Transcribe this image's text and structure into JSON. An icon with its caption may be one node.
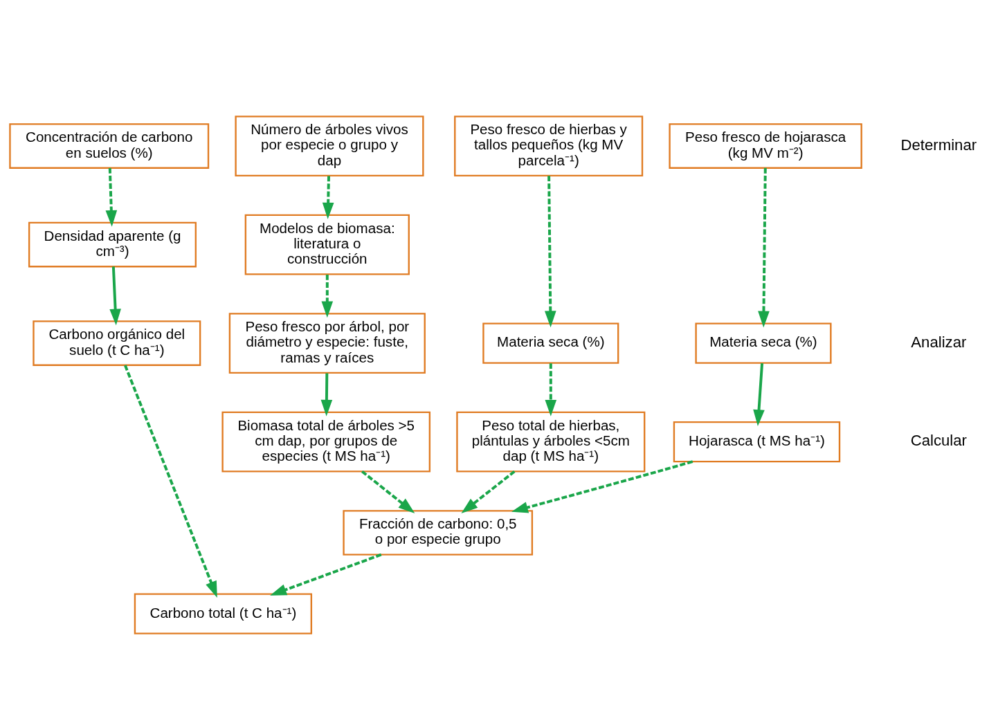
{
  "diagram": {
    "nodes": [
      {
        "text": [
          "Peso fresco de hierbas y tallos pequeños (kg MV parcela⁻¹)"
        ]
      },
      {
        "text": [
          "Número de árboles vivos por especie o grupo y dap"
        ]
      },
      {
        "text": [
          "Concentración de carbono en suelos (%)"
        ]
      },
      {
        "text": [
          "Peso fresco de hojarasca (kg MV m⁻²)"
        ]
      },
      {
        "text": [
          "Modelos de biomasa: literatura o construcción"
        ]
      },
      {
        "text": [
          "Densidad aparente (g cm⁻³)"
        ]
      },
      {
        "text": [
          "Materia seca (%)"
        ]
      },
      {
        "text": [
          "Peso fresco por árbol, por diámetro y especie: fuste, ramas y raíces"
        ]
      },
      {
        "text": [
          "Carbono orgánico del suelo (t C ha⁻¹)"
        ]
      },
      {
        "text": [
          "Materia seca (%)"
        ]
      },
      {
        "text": [
          "Hojarasca (t MS ha⁻¹)"
        ]
      },
      {
        "text": [
          "Peso total de hierbas, plántulas y árboles <5cm dap (t MS ha⁻¹)"
        ]
      },
      {
        "text": [
          "Biomasa total de árboles >5 cm dap, por grupos de especies (t MS ha⁻¹)"
        ]
      },
      {
        "text": [
          "Fracción de carbono: 0,5 o por especie grupo"
        ]
      },
      {
        "text": [
          "Carbono total (t C ha⁻¹)"
        ]
      }
    ],
    "edges": [
      {
        "from": 0,
        "to": 6,
        "arrow": "to",
        "style": "dashed"
      },
      {
        "from": 1,
        "to": 4,
        "arrow": "to",
        "style": "dashed"
      },
      {
        "from": 2,
        "to": 5,
        "arrow": "to",
        "style": "dashed"
      },
      {
        "from": 3,
        "to": 9,
        "arrow": "to",
        "style": "dashed"
      },
      {
        "from": 4,
        "to": 7,
        "arrow": "to",
        "style": "dashed"
      },
      {
        "from": 5,
        "to": 8,
        "arrow": "to"
      },
      {
        "from": 6,
        "to": 11,
        "arrow": "to",
        "style": "dashed"
      },
      {
        "from": 7,
        "to": 12,
        "arrow": "to"
      },
      {
        "from": 9,
        "to": 10,
        "arrow": "to"
      },
      {
        "from": 10,
        "to": 13,
        "arrow": "to",
        "style": "dashed"
      },
      {
        "from": 11,
        "to": 13,
        "arrow": "to",
        "style": "dashed"
      },
      {
        "from": 12,
        "to": 13,
        "arrow": "to",
        "style": "dashed"
      },
      {
        "from": 8,
        "to": 14,
        "arrow": "to",
        "style": "dashed"
      },
      {
        "from": 13,
        "to": 14,
        "arrow": "to",
        "style": "dashed"
      }
    ],
    "labels": [
      "Determinar",
      "Analizar",
      "Calcular"
    ]
  }
}
